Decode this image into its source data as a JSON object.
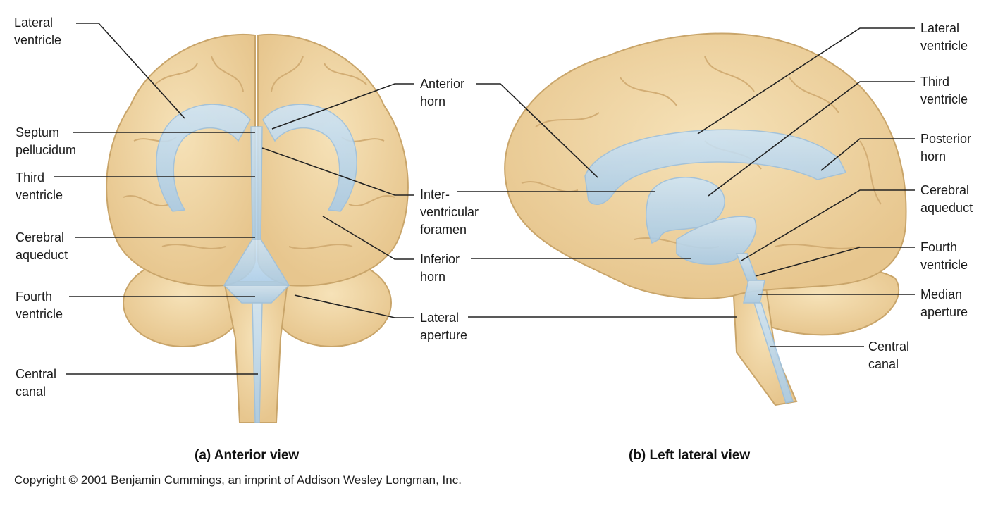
{
  "labels_anterior": {
    "lateral_ventricle": "Lateral\nventricle",
    "septum_pellucidum": "Septum\npellucidum",
    "third_ventricle": "Third\nventricle",
    "cerebral_aqueduct": "Cerebral\naqueduct",
    "fourth_ventricle": "Fourth\nventricle",
    "central_canal": "Central\ncanal"
  },
  "labels_middle": {
    "anterior_horn": "Anterior\nhorn",
    "interventricular_foramen": "Inter-\nventricular\nforamen",
    "inferior_horn": "Inferior\nhorn",
    "lateral_aperture": "Lateral\naperture"
  },
  "labels_lateral": {
    "lateral_ventricle": "Lateral\nventricle",
    "third_ventricle": "Third\nventricle",
    "posterior_horn": "Posterior\nhorn",
    "cerebral_aqueduct": "Cerebral\naqueduct",
    "fourth_ventricle": "Fourth\nventricle",
    "median_aperture": "Median\naperture",
    "central_canal": "Central\ncanal"
  },
  "captions": {
    "anterior": "(a) Anterior view",
    "lateral": "(b) Left lateral view"
  },
  "copyright": "Copyright © 2001 Benjamin Cummings, an imprint of Addison Wesley Longman, Inc.",
  "colors": {
    "brain_fill": "#f2d9a6",
    "brain_stroke": "#c9a56a",
    "ventricle_fill": "#bcd9ef",
    "leader_line": "#222222"
  }
}
